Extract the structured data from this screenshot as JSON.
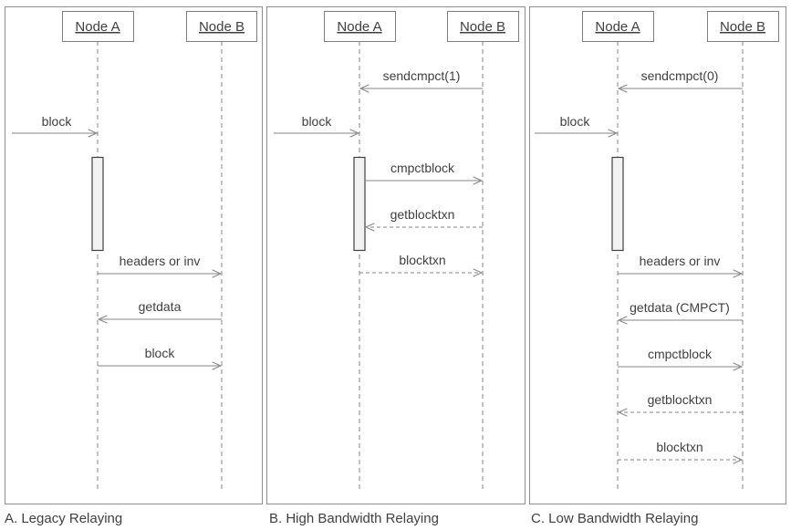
{
  "diagram_type": "sequence-diagram",
  "colors": {
    "background": "#ffffff",
    "frame_border": "#8f8f8f",
    "node_border": "#7f7f7f",
    "line": "#858585",
    "text": "#404040",
    "activation_fill": "#f2f2f2",
    "activation_border": "#404040"
  },
  "panels": [
    {
      "caption": "A. Legacy Relaying",
      "actors": {
        "a": "Node A",
        "b": "Node B"
      },
      "external_message": {
        "label": "block",
        "to": "Node A",
        "line": "solid"
      },
      "messages": [
        {
          "label": "headers or inv",
          "from": "Node A",
          "to": "Node B",
          "line": "solid"
        },
        {
          "label": "getdata",
          "from": "Node B",
          "to": "Node A",
          "line": "solid"
        },
        {
          "label": "block",
          "from": "Node A",
          "to": "Node B",
          "line": "solid"
        }
      ]
    },
    {
      "caption": "B. High Bandwidth Relaying",
      "actors": {
        "a": "Node A",
        "b": "Node B"
      },
      "external_message": {
        "label": "block",
        "to": "Node A",
        "line": "solid"
      },
      "messages": [
        {
          "label": "sendcmpct(1)",
          "from": "Node B",
          "to": "Node A",
          "line": "solid"
        },
        {
          "label": "cmpctblock",
          "from": "Node A",
          "to": "Node B",
          "line": "solid"
        },
        {
          "label": "getblocktxn",
          "from": "Node B",
          "to": "Node A",
          "line": "dashed"
        },
        {
          "label": "blocktxn",
          "from": "Node A",
          "to": "Node B",
          "line": "dashed"
        }
      ]
    },
    {
      "caption": "C. Low Bandwidth Relaying",
      "actors": {
        "a": "Node A",
        "b": "Node B"
      },
      "external_message": {
        "label": "block",
        "to": "Node A",
        "line": "solid"
      },
      "messages": [
        {
          "label": "sendcmpct(0)",
          "from": "Node B",
          "to": "Node A",
          "line": "solid"
        },
        {
          "label": "headers or inv",
          "from": "Node A",
          "to": "Node B",
          "line": "solid"
        },
        {
          "label": "getdata (CMPCT)",
          "from": "Node B",
          "to": "Node A",
          "line": "solid"
        },
        {
          "label": "cmpctblock",
          "from": "Node A",
          "to": "Node B",
          "line": "solid"
        },
        {
          "label": "getblocktxn",
          "from": "Node B",
          "to": "Node A",
          "line": "dashed"
        },
        {
          "label": "blocktxn",
          "from": "Node A",
          "to": "Node B",
          "line": "dashed"
        }
      ]
    }
  ]
}
